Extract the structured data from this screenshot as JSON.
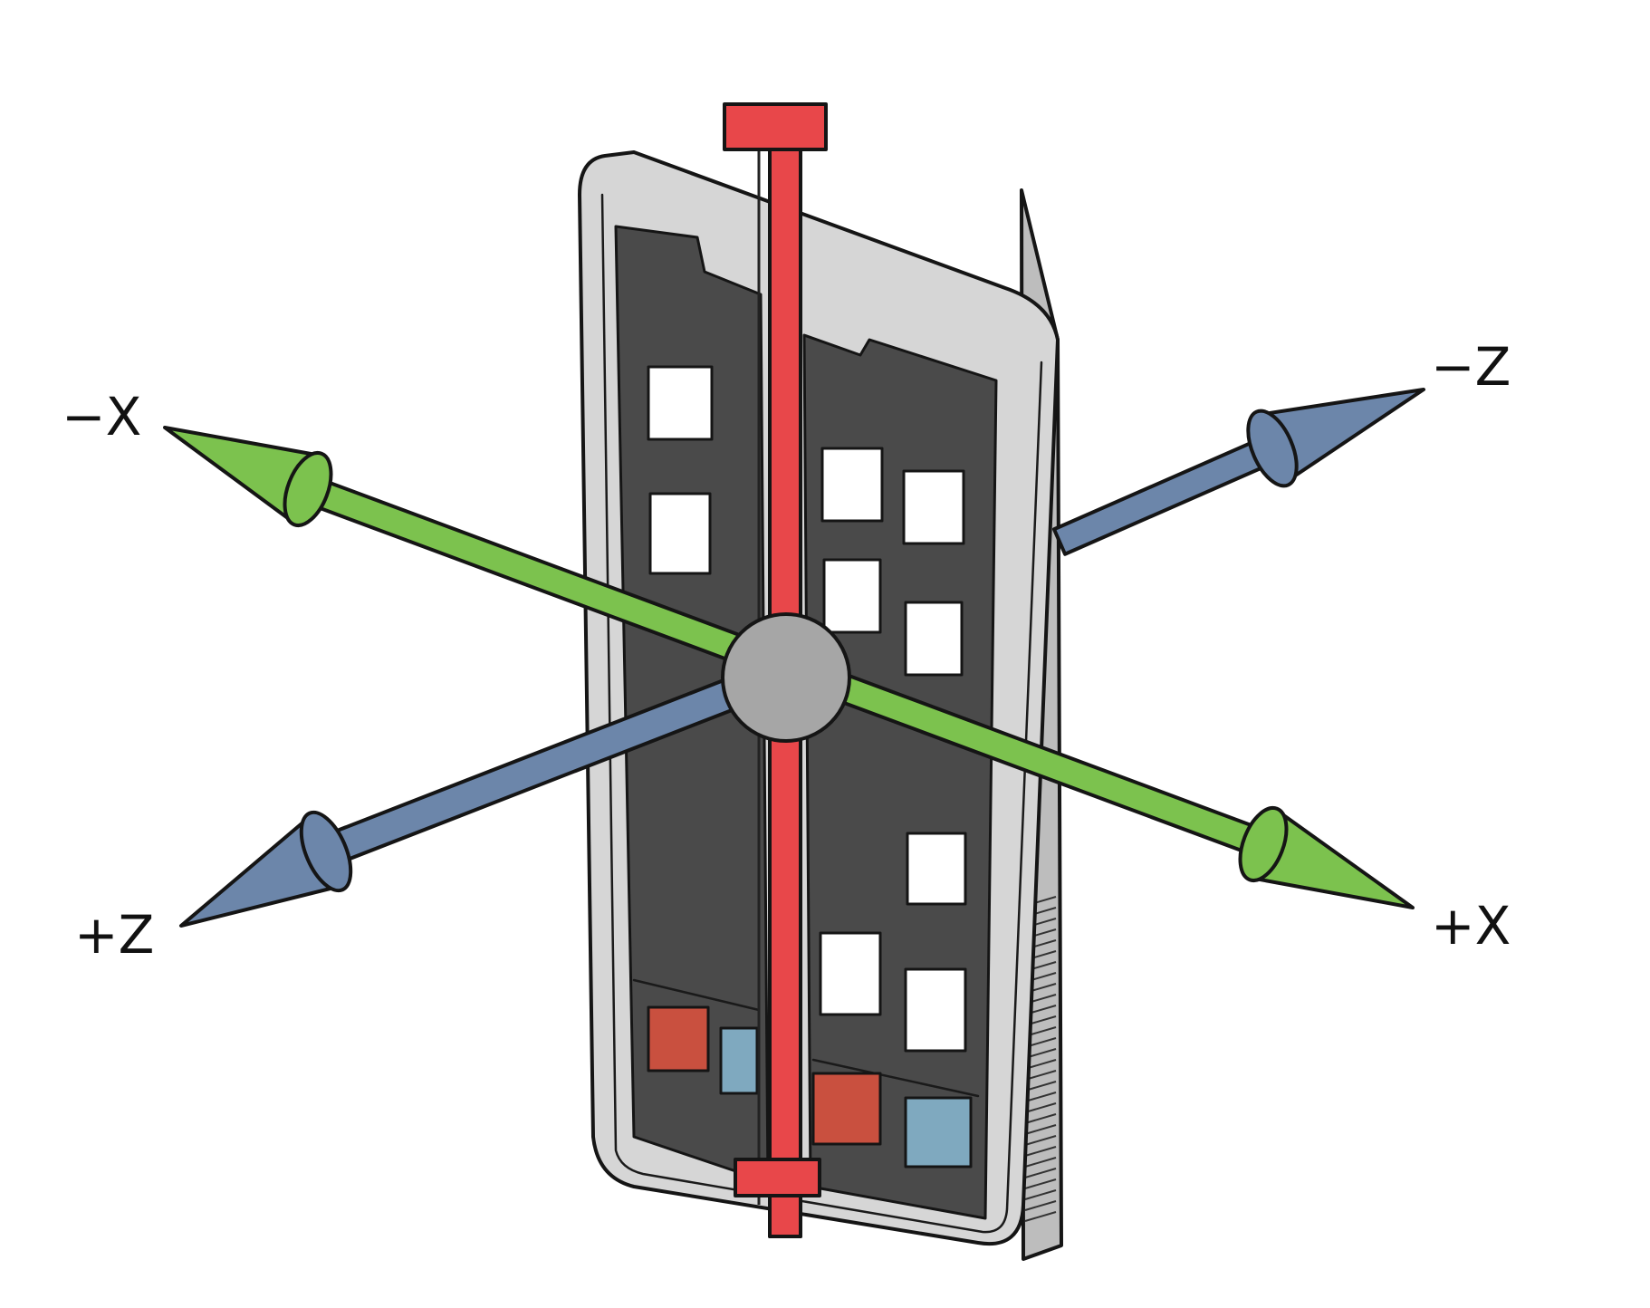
{
  "colors": {
    "x_axis": "#7cc24e",
    "y_axis": "#e8474a",
    "z_axis": "#6c86aa",
    "screen": "#4a4a4a",
    "device_frame": "#d6d6d6",
    "hub": "#a6a6a6",
    "app_red": "#c9503f",
    "app_blue": "#7fa9bf",
    "icon_tile": "#ffffff"
  },
  "labels": {
    "neg_x": "−X",
    "pos_x": "+X",
    "neg_z": "−Z",
    "pos_z": "+Z"
  },
  "icons": {
    "device": "phone-icon",
    "hub": "origin-sphere-icon"
  }
}
